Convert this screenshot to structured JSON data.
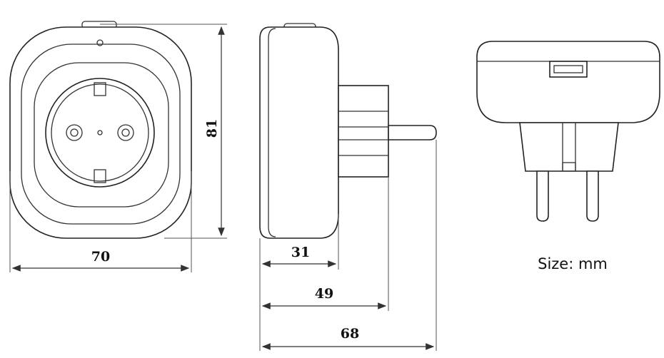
{
  "diagram": {
    "front_view": {
      "width_label": "70",
      "height_label": "81"
    },
    "side_view": {
      "depth_labels": [
        "31",
        "49",
        "68"
      ]
    },
    "top_view": {
      "units_note": "Size: mm"
    }
  }
}
